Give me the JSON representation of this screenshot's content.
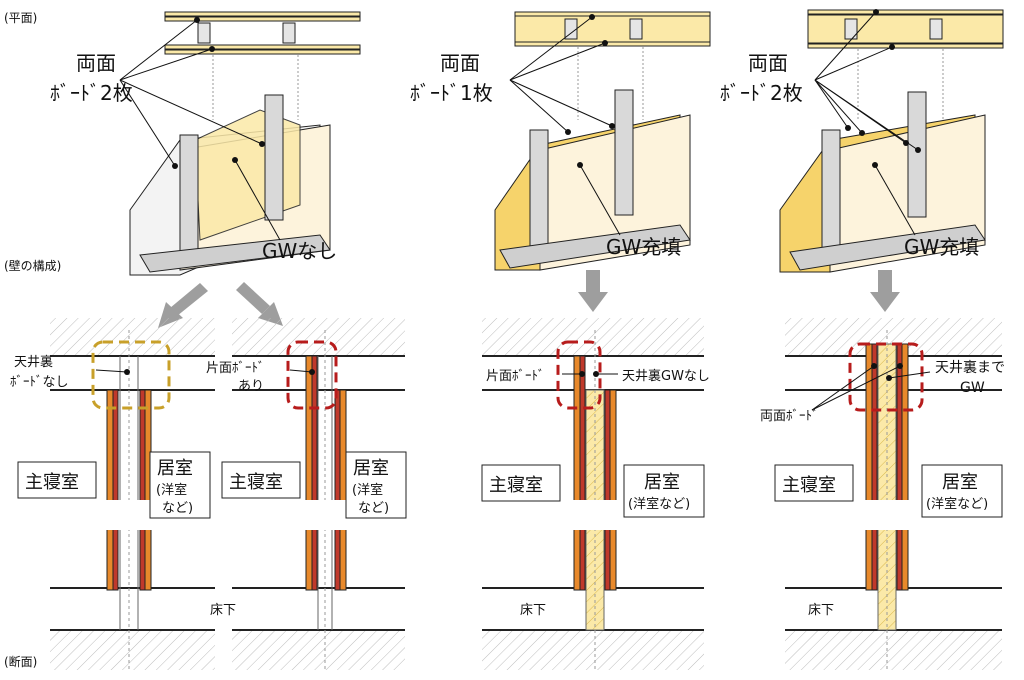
{
  "section_labels": {
    "plan": "(平面)",
    "wall_composition": "(壁の構成)",
    "cross_section": "(断面)"
  },
  "colors": {
    "board": "#fbe9a8",
    "board_edge": "#222222",
    "gw": "#f6d36b",
    "gw_hatch": "#e6c35b",
    "stud": "#bfbfbf",
    "orange_layer": "#e8892b",
    "red_layer": "#c0392b",
    "ceiling_gray": "#e8e8e8",
    "arrow_gray": "#999999",
    "dash_gold": "#c8a02a",
    "dash_red": "#b71c1c"
  },
  "variants": [
    {
      "board_label_line1": "両面",
      "board_label_line2": "ﾎﾞｰﾄﾞ2枚",
      "gw_label": "GWなし"
    },
    {
      "board_label_line1": "両面",
      "board_label_line2": "ﾎﾞｰﾄﾞ1枚",
      "gw_label": "GW充填"
    },
    {
      "board_label_line1": "両面",
      "board_label_line2": "ﾎﾞｰﾄﾞ2枚",
      "gw_label": "GW充填"
    }
  ],
  "sections": [
    {
      "callout_line1": "天井裏",
      "callout_line2": "ﾎﾞｰﾄﾞなし",
      "room_left": "主寝室",
      "room_right_line1": "居室",
      "room_right_line2": "(洋室",
      "room_right_line3": "など)",
      "floor_label": ""
    },
    {
      "callout_line1": "片面ﾎﾞｰﾄﾞ",
      "callout_line2": "あり",
      "room_left": "主寝室",
      "room_right_line1": "居室",
      "room_right_line2": "(洋室",
      "room_right_line3": "など)",
      "floor_label": "床下"
    },
    {
      "callout_left": "片面ﾎﾞｰﾄﾞ",
      "callout_right": "天井裏GWなし",
      "room_left": "主寝室",
      "room_right_line1": "居室",
      "room_right_line2": "(洋室など)",
      "floor_label": "床下"
    },
    {
      "callout_left": "両面ﾎﾞｰﾄﾞ",
      "callout_right_line1": "天井裏まで",
      "callout_right_line2": "GW",
      "room_left": "主寝室",
      "room_right_line1": "居室",
      "room_right_line2": "(洋室など)",
      "floor_label": "床下"
    }
  ]
}
